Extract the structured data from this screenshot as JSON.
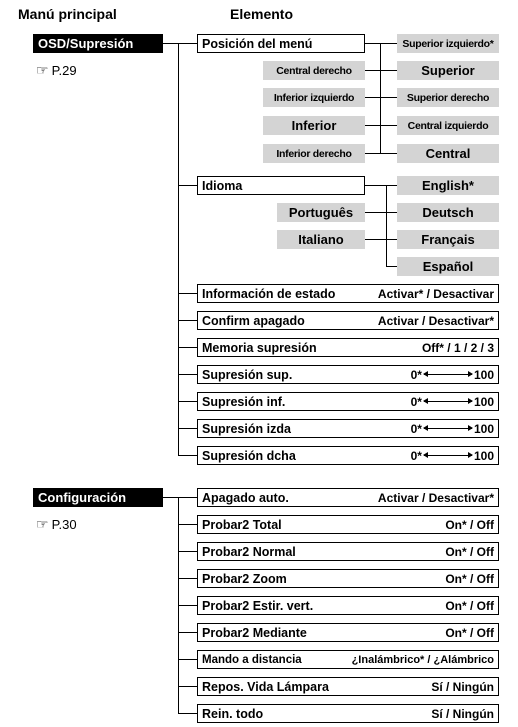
{
  "headers": {
    "main_menu": "Manú principal",
    "element": "Elemento"
  },
  "osd": {
    "menu_label": "OSD/Supresión",
    "ref": "P.29",
    "position": {
      "label": "Posición del menú",
      "opt_top_left": "Superior izquierdo*",
      "opt_center_right": "Central derecho",
      "opt_top": "Superior",
      "opt_bottom_left": "Inferior izquierdo",
      "opt_top_right": "Superior derecho",
      "opt_bottom": "Inferior",
      "opt_center_left": "Central izquierdo",
      "opt_bottom_right": "Inferior derecho",
      "opt_center": "Central"
    },
    "language": {
      "label": "Idioma",
      "opt_english": "English*",
      "opt_portugues": "Português",
      "opt_deutsch": "Deutsch",
      "opt_italiano": "Italiano",
      "opt_francais": "Français",
      "opt_espanol": "Español"
    },
    "rows": [
      {
        "label": "Información de estado",
        "value": "Activar* / Desactivar"
      },
      {
        "label": "Confirm apagado",
        "value": "Activar / Desactivar*"
      },
      {
        "label": "Memoria supresión",
        "value": "Off* / 1 / 2 / 3"
      },
      {
        "label": "Supresión sup.",
        "min": "0*",
        "max": "100"
      },
      {
        "label": "Supresión inf.",
        "min": "0*",
        "max": "100"
      },
      {
        "label": "Supresión izda",
        "min": "0*",
        "max": "100"
      },
      {
        "label": "Supresión dcha",
        "min": "0*",
        "max": "100"
      }
    ]
  },
  "config": {
    "menu_label": "Configuración",
    "ref": "P.30",
    "rows": [
      {
        "label": "Apagado auto.",
        "value": "Activar / Desactivar*"
      },
      {
        "label": "Probar2 Total",
        "value": "On* / Off"
      },
      {
        "label": "Probar2 Normal",
        "value": "On* / Off"
      },
      {
        "label": "Probar2 Zoom",
        "value": "On* / Off"
      },
      {
        "label": "Probar2 Estir. vert.",
        "value": "On* / Off"
      },
      {
        "label": "Probar2 Mediante",
        "value": "On* / Off"
      },
      {
        "label": "Mando a distancia",
        "value": "¿Inalámbrico* / ¿Alámbrico"
      },
      {
        "label": "Repos. Vida Lámpara",
        "value": "Sí / Ningún"
      },
      {
        "label": "Rein. todo",
        "value": "Sí / Ningún"
      }
    ]
  },
  "icons": {
    "ref": "pointing-hand-icon"
  }
}
